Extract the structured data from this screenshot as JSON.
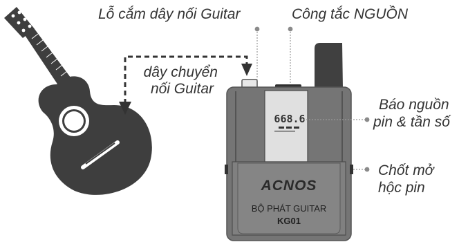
{
  "labels": {
    "guitar_jack": "Lỗ cắm dây nối Guitar",
    "power_switch": "Công tắc NGUỒN",
    "cable_line1": "dây chuyển",
    "cable_line2": "nối Guitar",
    "indicator_line1": "Báo nguồn",
    "indicator_line2": "pin & tần số",
    "latch_line1": "Chốt mở",
    "latch_line2": "hộc pin"
  },
  "device": {
    "brand": "ACNOS",
    "product": "BỘ PHÁT GUITAR",
    "model": "KG01",
    "display_digits": "668.6"
  },
  "colors": {
    "guitar": "#3e3e3e",
    "device_body": "#757575",
    "device_dark": "#404040",
    "leader_dot": "#8a8a8a",
    "cable": "#333333"
  }
}
